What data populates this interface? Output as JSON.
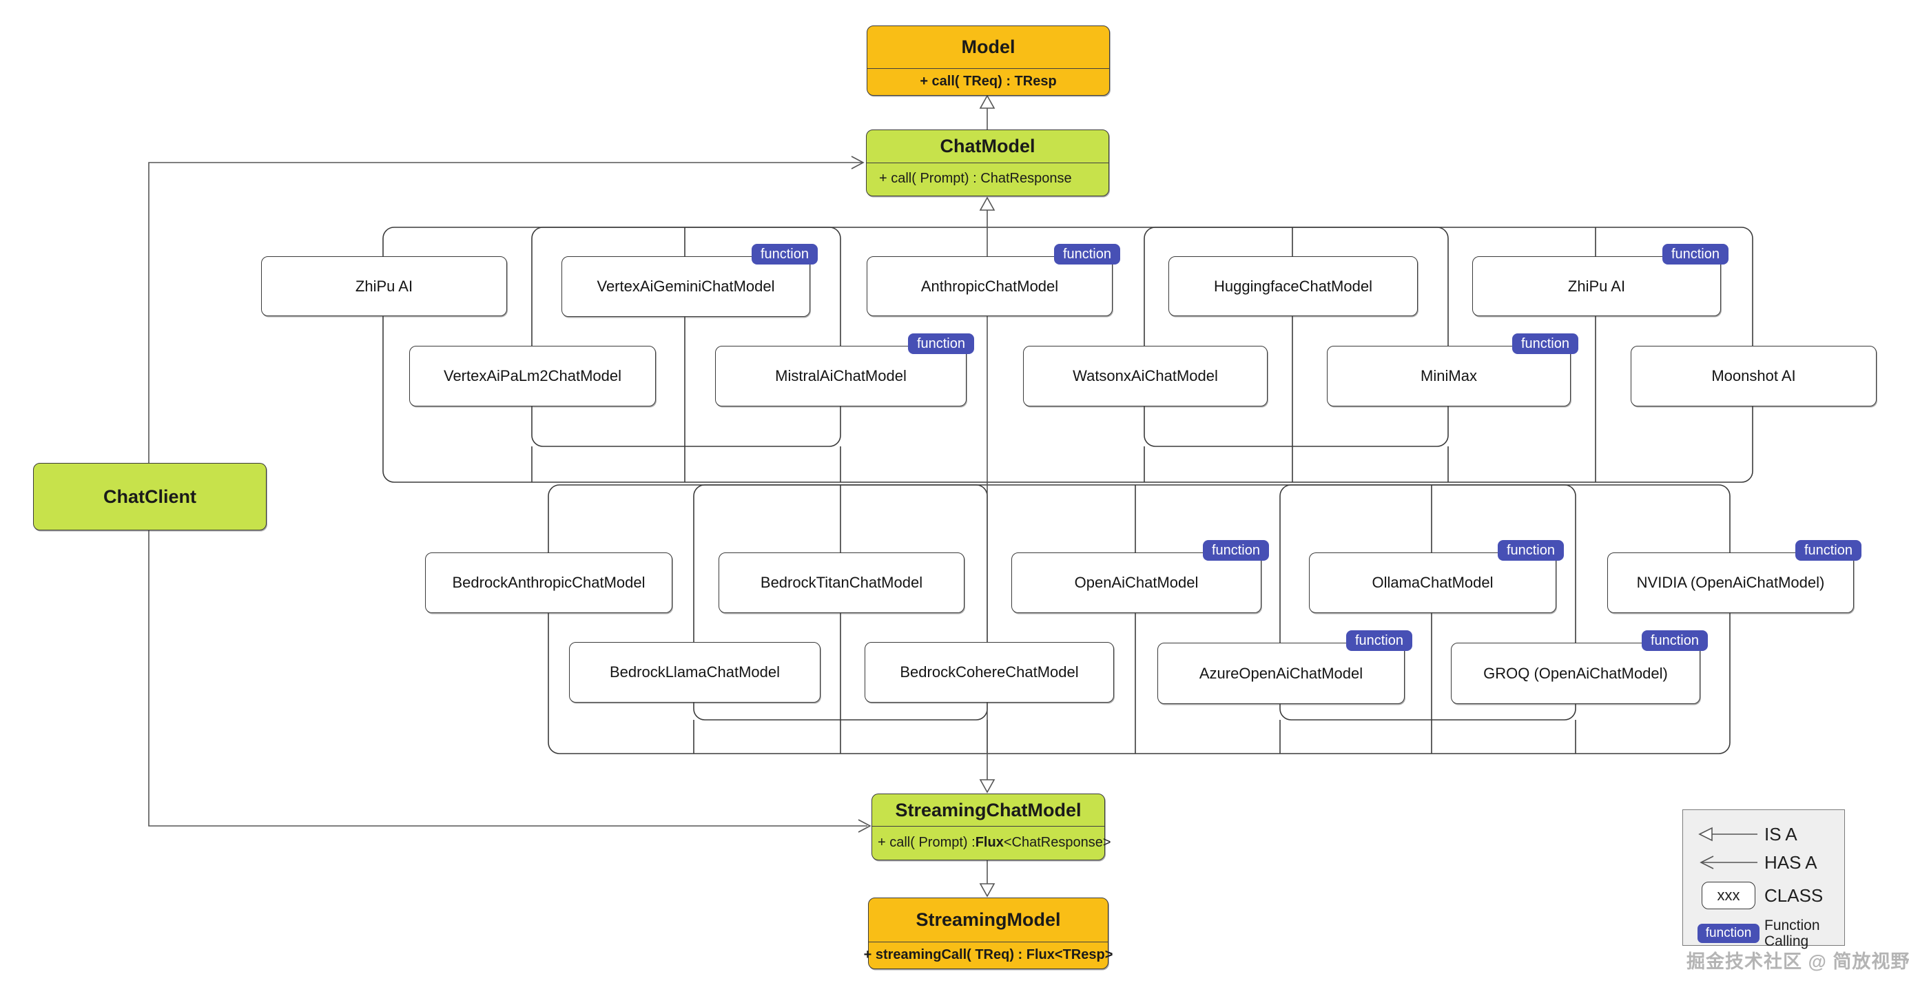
{
  "diagram": {
    "badge_label": "function",
    "colors": {
      "orange": "#F9BE16",
      "green": "#C7E24B",
      "badge_blue": "#4750B5",
      "line": "#3A3A3A"
    },
    "core": {
      "model": {
        "title": "Model",
        "method_parts": [
          {
            "text": "+ call( TReq) : TResp",
            "bold": true
          }
        ]
      },
      "chat_model": {
        "title": "ChatModel",
        "method_parts": [
          {
            "text": "+ call( Prompt) : ChatResponse",
            "bold": false
          }
        ]
      },
      "chat_client": {
        "title": "ChatClient"
      },
      "streaming_chat_model": {
        "title": "StreamingChatModel",
        "method_parts": [
          {
            "text": "+ call( Prompt) : ",
            "bold": false
          },
          {
            "text": "Flux",
            "bold": true
          },
          {
            "text": "<ChatResponse>",
            "bold": false
          }
        ]
      },
      "streaming_model": {
        "title": "StreamingModel",
        "method_parts": [
          {
            "text": "+ streamingCall( TReq) : Flux<TResp>",
            "bold": true
          }
        ]
      }
    },
    "providers": [
      {
        "id": "zhipu-left",
        "label": "ZhiPu AI",
        "function": false
      },
      {
        "id": "vertexai-gemini",
        "label": "VertexAiGeminiChatModel",
        "function": true
      },
      {
        "id": "anthropic",
        "label": "AnthropicChatModel",
        "function": true
      },
      {
        "id": "huggingface",
        "label": "HuggingfaceChatModel",
        "function": false
      },
      {
        "id": "zhipu-right",
        "label": "ZhiPu AI",
        "function": true
      },
      {
        "id": "vertexai-palm2",
        "label": "VertexAiPaLm2ChatModel",
        "function": false
      },
      {
        "id": "mistralai",
        "label": "MistralAiChatModel",
        "function": true
      },
      {
        "id": "watsonx",
        "label": "WatsonxAiChatModel",
        "function": false
      },
      {
        "id": "minimax",
        "label": "MiniMax",
        "function": true
      },
      {
        "id": "moonshot",
        "label": "Moonshot AI",
        "function": false
      },
      {
        "id": "bedrock-anthropic",
        "label": "BedrockAnthropicChatModel",
        "function": false
      },
      {
        "id": "bedrock-titan",
        "label": "BedrockTitanChatModel",
        "function": false
      },
      {
        "id": "openai",
        "label": "OpenAiChatModel",
        "function": true
      },
      {
        "id": "ollama",
        "label": "OllamaChatModel",
        "function": true
      },
      {
        "id": "nvidia",
        "label": "NVIDIA (OpenAiChatModel)",
        "function": true
      },
      {
        "id": "bedrock-llama",
        "label": "BedrockLlamaChatModel",
        "function": false
      },
      {
        "id": "bedrock-cohere",
        "label": "BedrockCohereChatModel",
        "function": false
      },
      {
        "id": "azure-openai",
        "label": "AzureOpenAiChatModel",
        "function": true
      },
      {
        "id": "groq",
        "label": "GROQ (OpenAiChatModel)",
        "function": true
      }
    ],
    "legend": {
      "is_a": "IS A",
      "has_a": "HAS A",
      "class_label": "CLASS",
      "class_sample": "xxx",
      "function_calling": "Function Calling"
    },
    "watermark": "掘金技术社区 @ 简放视野"
  }
}
